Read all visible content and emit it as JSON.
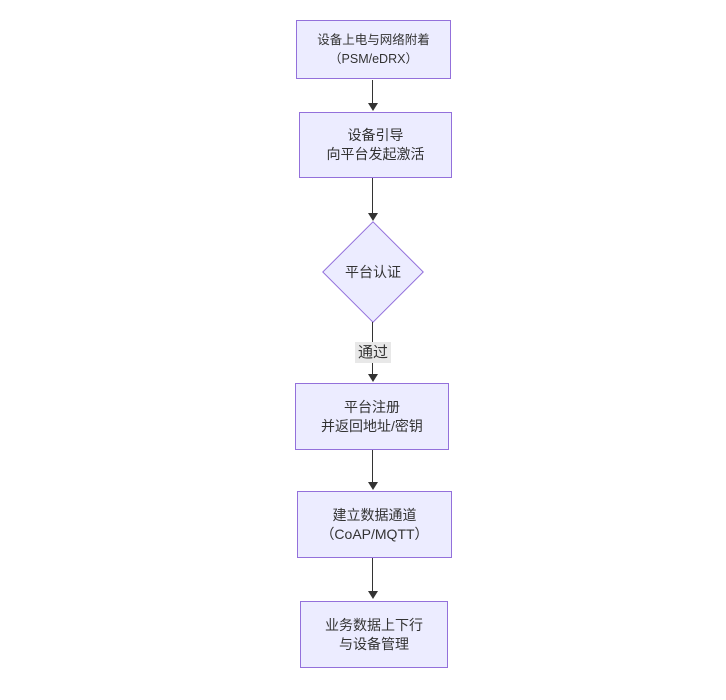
{
  "diagram": {
    "type": "flowchart",
    "direction": "top-down",
    "nodes": [
      {
        "id": "power-attach",
        "shape": "rect",
        "lines": [
          "设备上电与网络附着",
          "（PSM/eDRX）"
        ]
      },
      {
        "id": "bootstrap",
        "shape": "rect",
        "lines": [
          "设备引导",
          "向平台发起激活"
        ]
      },
      {
        "id": "platform-auth",
        "shape": "diamond",
        "lines": [
          "平台认证"
        ]
      },
      {
        "id": "platform-register",
        "shape": "rect",
        "lines": [
          "平台注册",
          "并返回地址/密钥"
        ]
      },
      {
        "id": "data-channel",
        "shape": "rect",
        "lines": [
          "建立数据通道",
          "（CoAP/MQTT）"
        ]
      },
      {
        "id": "business-data",
        "shape": "rect",
        "lines": [
          "业务数据上下行",
          "与设备管理"
        ]
      }
    ],
    "edges": [
      {
        "from": "power-attach",
        "to": "bootstrap",
        "label": ""
      },
      {
        "from": "bootstrap",
        "to": "platform-auth",
        "label": ""
      },
      {
        "from": "platform-auth",
        "to": "platform-register",
        "label": "通过"
      },
      {
        "from": "platform-register",
        "to": "data-channel",
        "label": ""
      },
      {
        "from": "data-channel",
        "to": "business-data",
        "label": ""
      }
    ],
    "colors": {
      "canvas_bg": "#ffffff",
      "node_fill": "#ECECFF",
      "node_border": "#9370DB",
      "text": "#333333",
      "line": "#333333",
      "edge_label_bg": "#e8e8e8"
    }
  }
}
